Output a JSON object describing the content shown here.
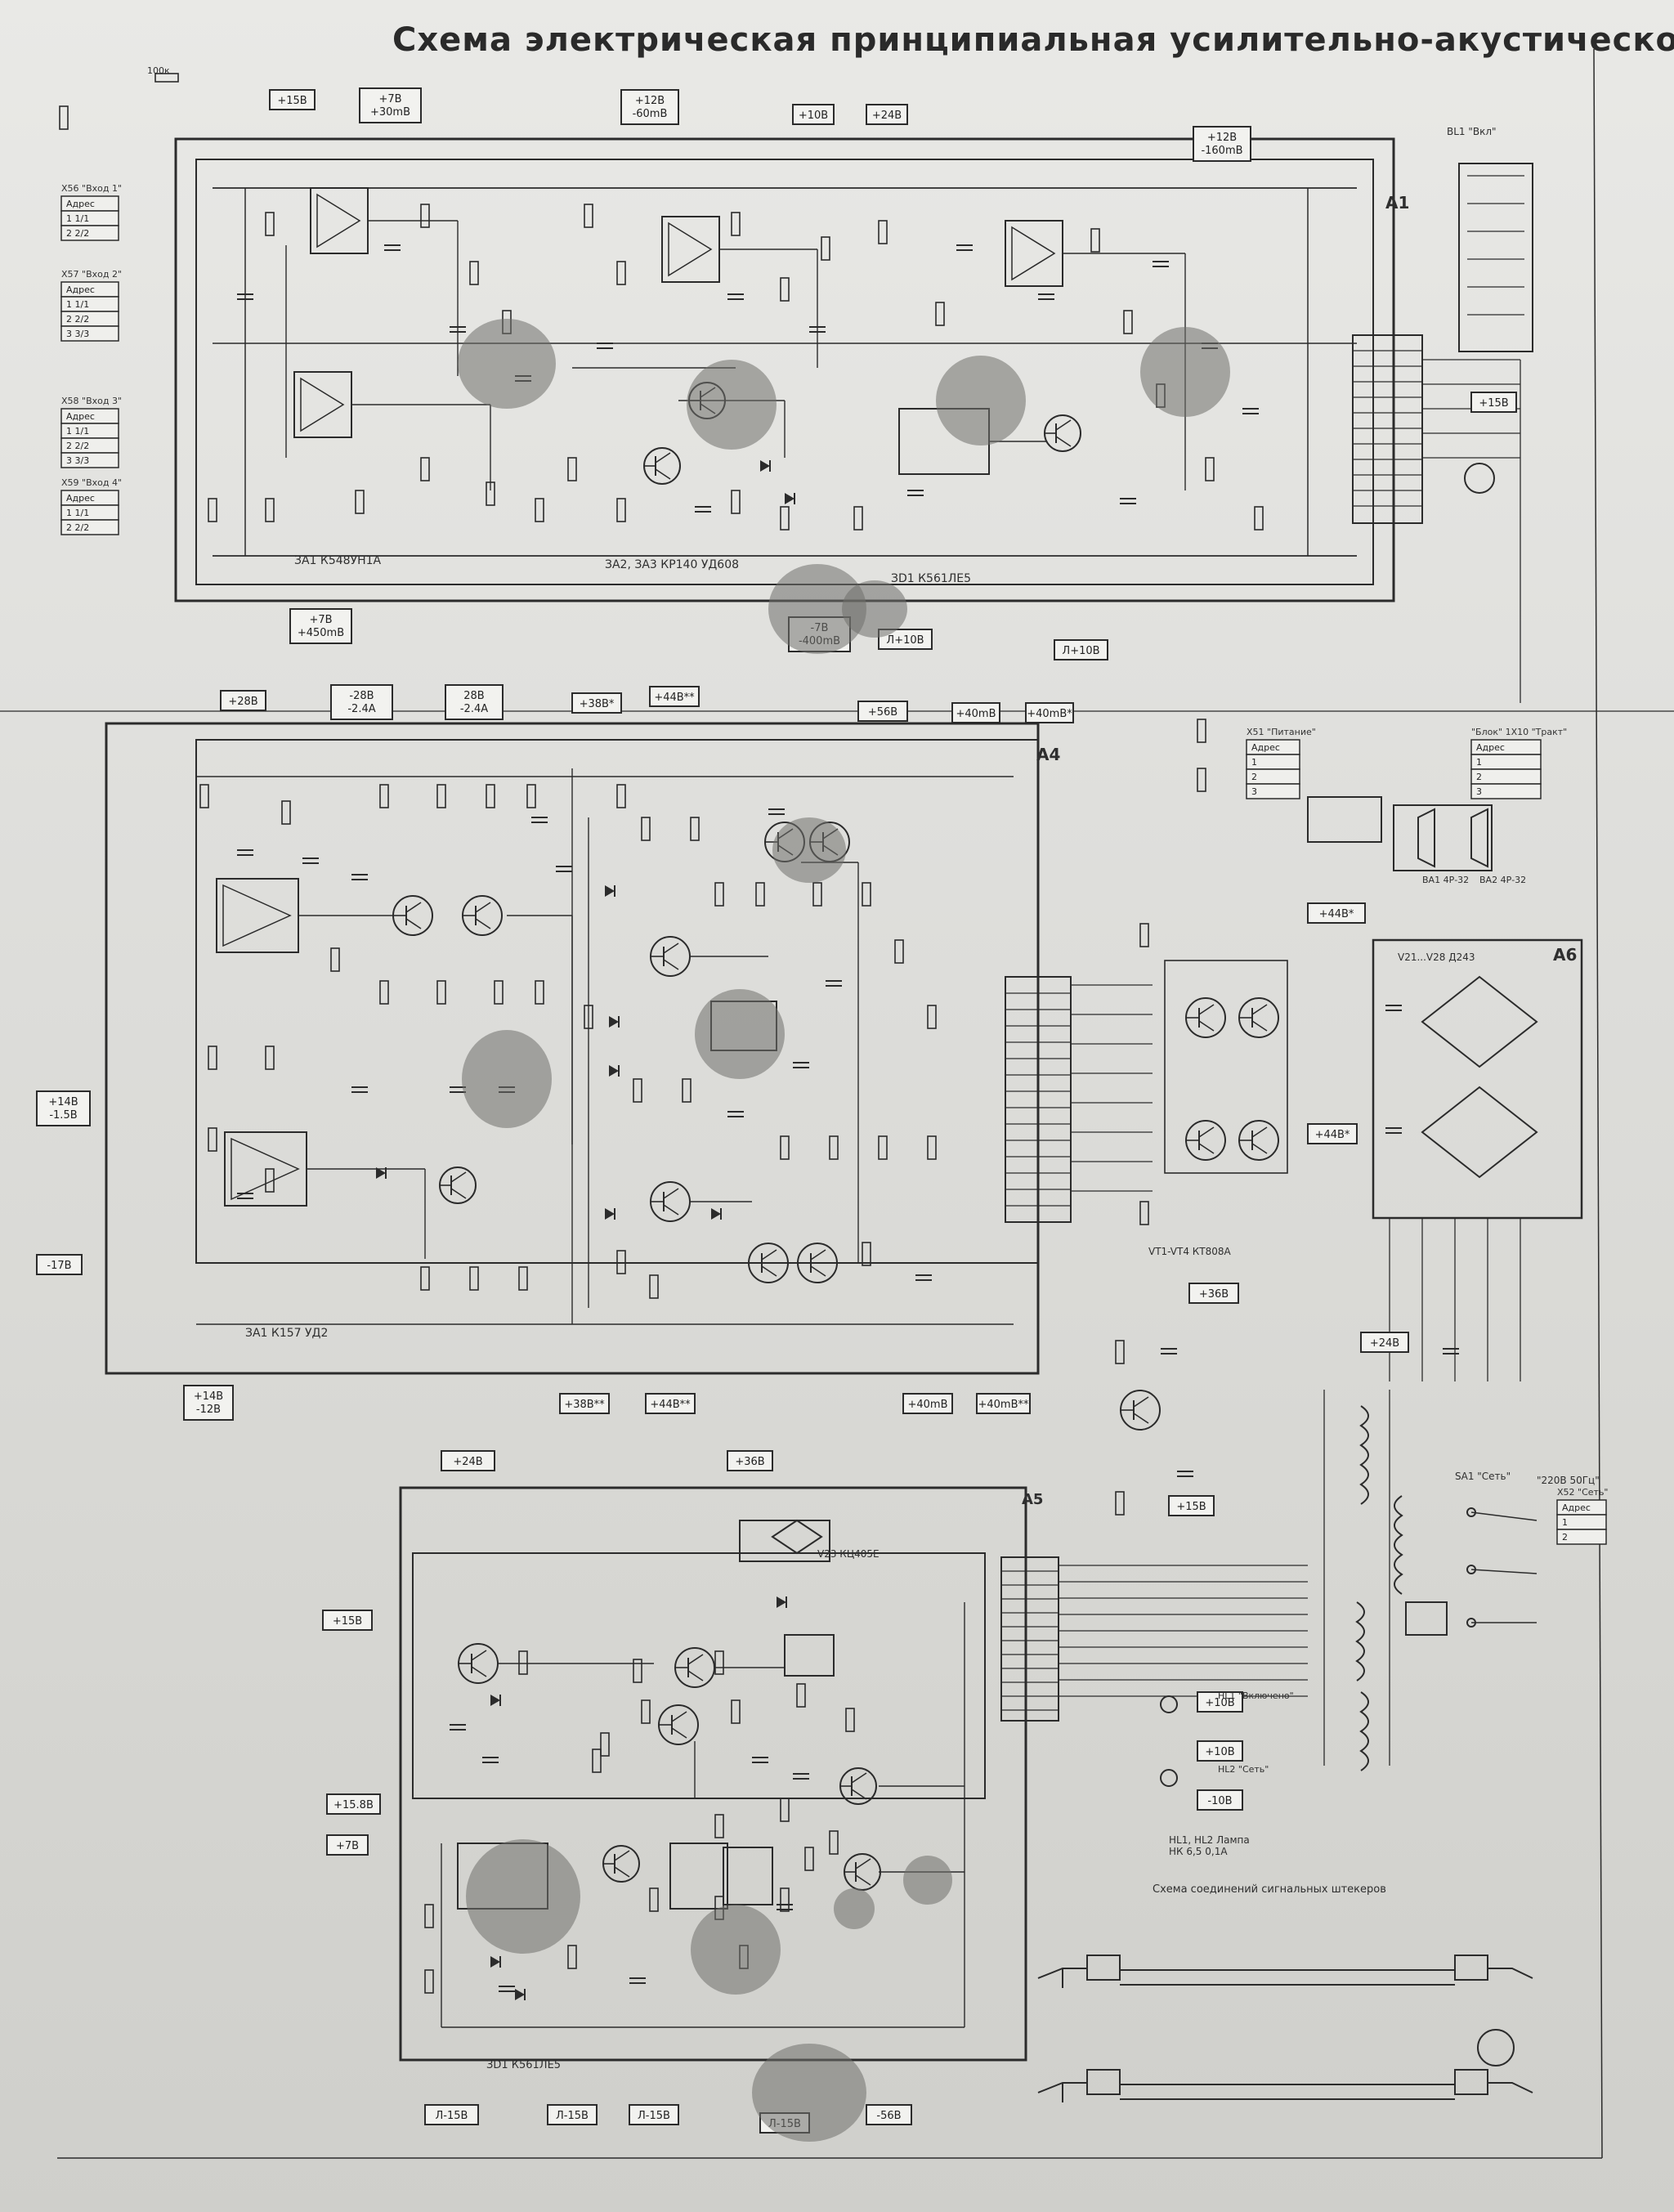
{
  "title": "Схема электрическая принципиальная усилительно-акустического",
  "blocks": [
    {
      "id": "A1",
      "label": "А1",
      "chip_note": "ЗА1 К548УН1А",
      "chip_note2": "ЗА2, ЗА3 КР140 УД608",
      "chip_note3": "ЗD1 К561ЛЕ5"
    },
    {
      "id": "A4",
      "label": "А4",
      "chip_note": "ЗА1 К157 УД2"
    },
    {
      "id": "A5",
      "label": "А5",
      "chip_note": "ЗD1 К561ЛЕ5"
    },
    {
      "id": "A6",
      "label": "А6"
    }
  ],
  "voltage_tags": [
    "+15В",
    "+7В\n+30mВ",
    "+12В\n-60mВ",
    "+10В",
    "+24В",
    "+12В\n-160mВ",
    "+7В\n+450mВ",
    "-7В\n-400mВ",
    "Л+10В",
    "Л+10В",
    "+28В",
    "-28В\n-2.4А",
    "28В\n-2.4А",
    "+38В*",
    "+44В**",
    "+56В",
    "+40mВ",
    "+40mВ*",
    "+14В\n-1.5В",
    "-17В",
    "+14В\n-12В",
    "+38В**",
    "+44В**",
    "+40mВ",
    "+40mВ**",
    "+36В",
    "+24В",
    "+15В",
    "+44В*",
    "+44В*",
    "+24В",
    "+36В",
    "+15В",
    "+15.8В",
    "+7В",
    "+10В",
    "+10В",
    "-10В",
    "Л-15В",
    "Л-15В",
    "Л-15В",
    "Л-15В",
    "-56В",
    "+15В"
  ],
  "connectors": [
    {
      "name": "Х56 \"Вход 1\"",
      "rows": [
        "Адрес",
        "1 1/1",
        "2 2/2"
      ]
    },
    {
      "name": "Х57 \"Вход 2\"",
      "rows": [
        "Адрес",
        "1 1/1",
        "2 2/2",
        "3 3/3"
      ]
    },
    {
      "name": "Х58 \"Вход 3\"",
      "rows": [
        "Адрес",
        "1 1/1",
        "2 2/2",
        "3 3/3"
      ]
    },
    {
      "name": "Х59 \"Вход 4\"",
      "rows": [
        "Адрес",
        "1 1/1",
        "2 2/2"
      ]
    },
    {
      "name": "Х51 \"Питание\"",
      "rows": [
        "Адрес",
        "1",
        "2",
        "3"
      ]
    },
    {
      "name": "\"Блок\" 1Х10 \"Тракт\"",
      "rows": [
        "Адрес",
        "1",
        "2",
        "3"
      ]
    },
    {
      "name": "Х52 \"Сеть\"",
      "rows": [
        "Адрес",
        "1",
        "2"
      ]
    }
  ],
  "speaker_labels": [
    "ВА1 4Р-32",
    "ВА2 4Р-32"
  ],
  "transistor_note": "VT1-VT4 КТ808А",
  "bridge_label": "V21...V28 Д243",
  "rectifier_label": "V23 КЦ405Е",
  "lamp_note": "НL1, НL2 Лампа\nНК 6,5 0,1А",
  "lamp_labels": [
    "НL1 \"Включено\"",
    "НL2 \"Сеть\""
  ],
  "signal_caption": "Схема соединений сигнальных штекеров",
  "mains_label": "\"220В 50Гц\"",
  "mains_switch": "SА1 \"Сеть\"",
  "indicator_label": "ВL1 \"Вкл\"",
  "colors": {
    "ink": "#2b2b2b",
    "paper": "#e4e4e1",
    "stain": "#6f6f6c"
  }
}
